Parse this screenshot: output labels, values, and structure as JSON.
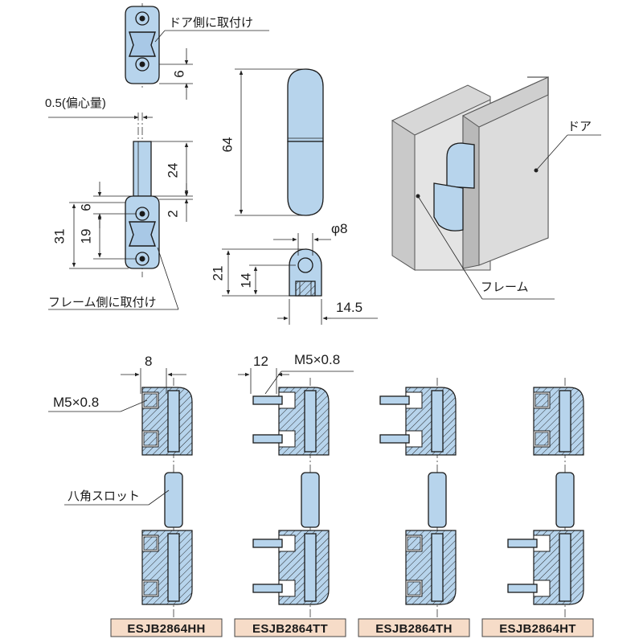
{
  "labels": {
    "door_side": "ドア側に取付け",
    "eccentric": "0.5(偏心量)",
    "frame_side": "フレーム側に取付け",
    "door": "ドア",
    "frame": "フレーム",
    "octagon_slot": "八角スロット"
  },
  "dims": {
    "d6_top": "6",
    "d24": "24",
    "d2": "2",
    "d6_left": "6",
    "d19": "19",
    "d31": "31",
    "d64": "64",
    "phi8": "φ8",
    "d21": "21",
    "d14": "14",
    "d14_5": "14.5",
    "d8": "8",
    "d12": "12",
    "m5_left": "M5×0.8",
    "m5_right": "M5×0.8"
  },
  "models": [
    "ESJB2864HH",
    "ESJB2864TT",
    "ESJB2864TH",
    "ESJB2864HT"
  ],
  "colors": {
    "part_fill": "#b7d4ec",
    "model_box": "#f6dcc8",
    "frame_gray": "#d7d7d7"
  }
}
